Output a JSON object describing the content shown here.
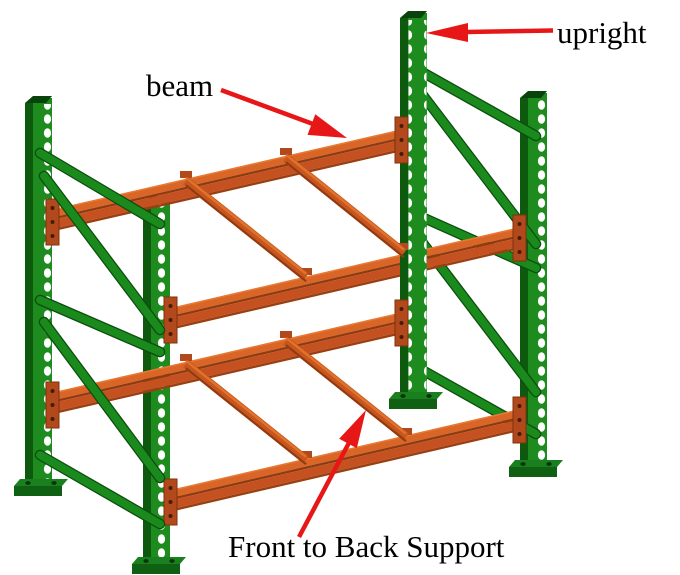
{
  "diagram": {
    "title": "pallet rack components diagram",
    "background": "#ffffff",
    "labels": {
      "upright": "upright",
      "beam": "beam",
      "front_to_back_support": "Front to Back Support"
    },
    "annotations": [
      {
        "label": "upright",
        "points_to": "front-right green perforated upright post"
      },
      {
        "label": "beam",
        "points_to": "upper front orange beam"
      },
      {
        "label": "Front to Back Support",
        "points_to": "lower level orange front-to-back support"
      }
    ],
    "parts": {
      "uprights": 4,
      "beams": 4,
      "front_to_back_supports": 4,
      "beam_levels": 2
    },
    "colors": {
      "upright_green": "#1d8b1d",
      "upright_green_dark": "#0d5a0f",
      "beam_orange": "#c4511f",
      "beam_orange_light": "#d96526",
      "beam_orange_shadow": "#8f3a10",
      "bracket_orange": "#b2491c",
      "arrow_red": "#e81717",
      "label_text": "#000000"
    }
  }
}
